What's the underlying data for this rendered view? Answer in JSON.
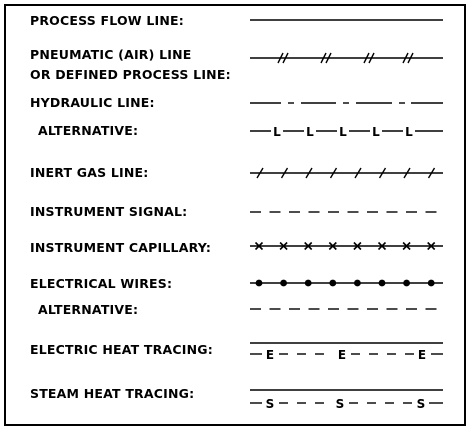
{
  "rows": [
    {
      "label": "PROCESS FLOW LINE:",
      "symbol": "solid"
    },
    {
      "label": "PNEUMATIC (AIR) LINE",
      "label2": "OR DEFINED PROCESS LINE:",
      "symbol": "double-hatch"
    },
    {
      "label": "HYDRAULIC LINE:",
      "symbol": "long-short-dash"
    },
    {
      "label": "ALTERNATIVE:",
      "symbol": "letter-L",
      "marker": "L"
    },
    {
      "label": "INERT GAS LINE:",
      "symbol": "single-hatch"
    },
    {
      "label": "INSTRUMENT SIGNAL:",
      "symbol": "dashed"
    },
    {
      "label": "INSTRUMENT CAPILLARY:",
      "symbol": "x-marks",
      "marker": "×"
    },
    {
      "label": "ELECTRICAL WIRES:",
      "symbol": "dots"
    },
    {
      "label": "ALTERNATIVE:",
      "symbol": "dashed"
    },
    {
      "label": "ELECTRIC HEAT TRACING:",
      "symbol": "solid-over-lettered-dash",
      "marker": "E"
    },
    {
      "label": "STEAM HEAT TRACING:",
      "symbol": "solid-over-lettered-dash",
      "marker": "S"
    }
  ]
}
